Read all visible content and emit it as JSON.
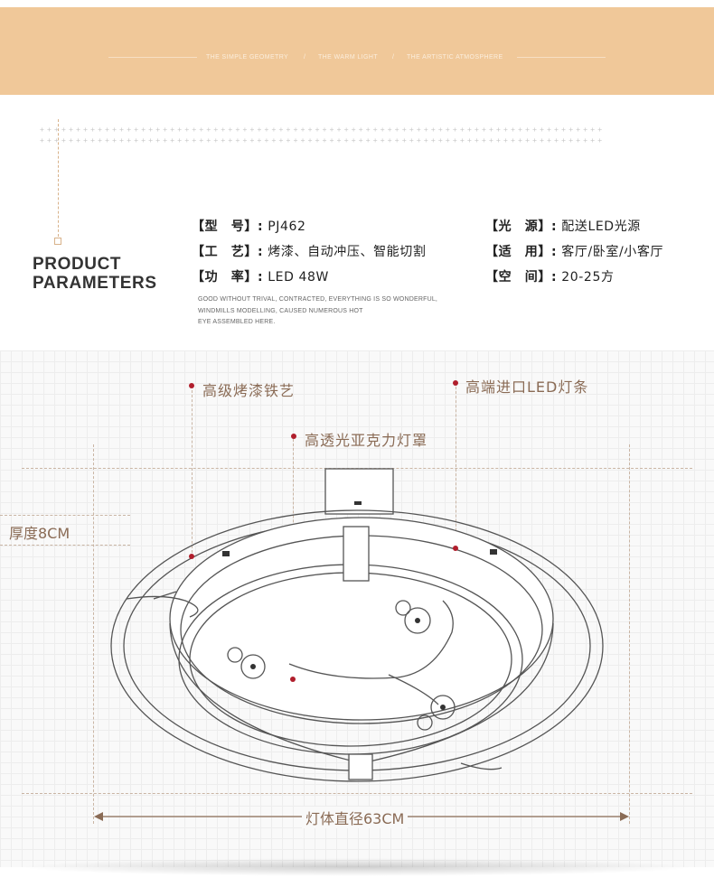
{
  "banner": {
    "items": [
      "THE SIMPLE GEOMETRY",
      "THE WARM LIGHT",
      "THE ARTISTIC ATMOSPHERE"
    ],
    "separator": "/",
    "color": "#f0c899"
  },
  "section": {
    "title_line1": "PRODUCT",
    "title_line2": "PARAMETERS"
  },
  "params": {
    "model_label": "【型　号】:",
    "model_value": "PJ462",
    "craft_label": "【工　艺】:",
    "craft_value": "烤漆、自动冲压、智能切割",
    "power_label": "【功　率】:",
    "power_value": "LED  48W",
    "light_label": "【光　源】:",
    "light_value": "配送LED光源",
    "usage_label": "【适　用】:",
    "usage_value": "客厅/卧室/小客厅",
    "space_label": "【空　间】:",
    "space_value": "20-25方"
  },
  "tagline": {
    "line1": "GOOD WITHOUT TRIVAL, CONTRACTED, EVERYTHING IS SO WONDERFUL,",
    "line2": "WINDMILLS MODELLING, CAUSED NUMEROUS HOT",
    "line3": "EYE ASSEMBLED HERE."
  },
  "callouts": {
    "iron": "高级烤漆铁艺",
    "led": "高端进口LED灯条",
    "acrylic": "高透光亚克力灯罩",
    "thickness": "厚度8CM",
    "diameter": "灯体直径63CM"
  },
  "colors": {
    "accent_dot": "#b01e2c",
    "callout_text": "#8a6b55"
  }
}
